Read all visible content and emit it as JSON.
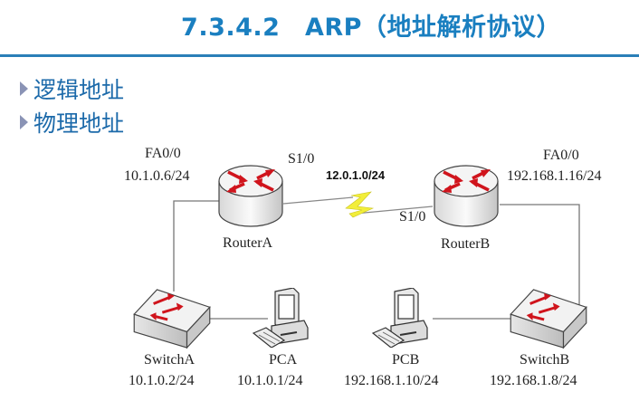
{
  "slide": {
    "title": "7.3.4.2　ARP（地址解析协议）",
    "bullets": [
      "逻辑地址",
      "物理地址"
    ]
  },
  "diagram": {
    "serial_network": "12.0.1.0/24",
    "routerA": {
      "name": "RouterA",
      "fa_iface": "FA0/0",
      "fa_ip": "10.1.0.6/24",
      "serial_iface": "S1/0"
    },
    "routerB": {
      "name": "RouterB",
      "fa_iface": "FA0/0",
      "fa_ip": "192.168.1.16/24",
      "serial_iface": "S1/0"
    },
    "switchA": {
      "name": "SwitchA",
      "ip": "10.1.0.2/24"
    },
    "pcA": {
      "name": "PCA",
      "ip": "10.1.0.1/24"
    },
    "pcB": {
      "name": "PCB",
      "ip": "192.168.1.10/24"
    },
    "switchB": {
      "name": "SwitchB",
      "ip": "192.168.1.8/24"
    }
  },
  "colors": {
    "title": "#1a7fc0",
    "link": "#f2ee3a",
    "arrow": "#d0141c"
  }
}
